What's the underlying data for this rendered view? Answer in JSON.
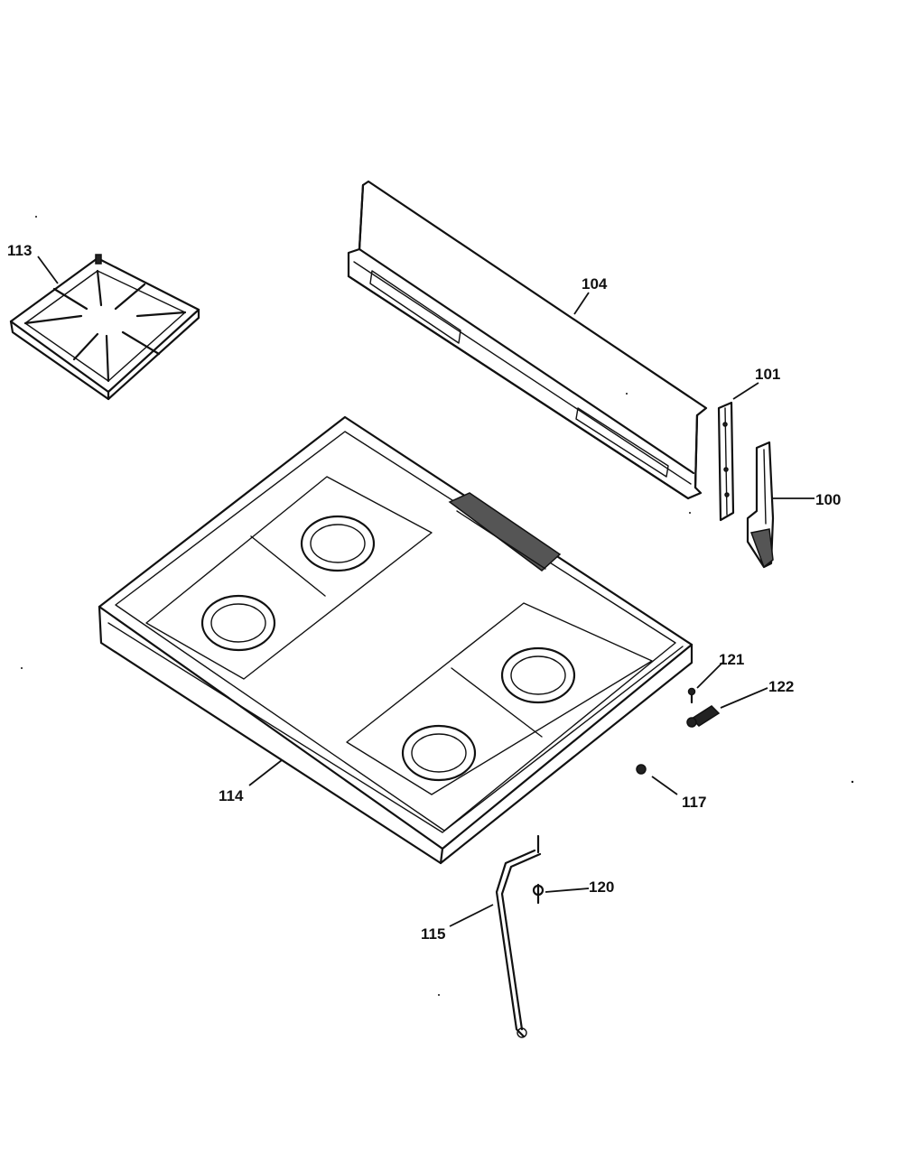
{
  "parts": [
    {
      "id": "p113",
      "label": "113",
      "description_name": "burner-grate"
    },
    {
      "id": "p104",
      "label": "104",
      "description_name": "backguard"
    },
    {
      "id": "p101",
      "label": "101",
      "description_name": "end-cap-bracket"
    },
    {
      "id": "p100",
      "label": "100",
      "description_name": "end-cap"
    },
    {
      "id": "p114",
      "label": "114",
      "description_name": "cooktop"
    },
    {
      "id": "p121",
      "label": "121",
      "description_name": "screw"
    },
    {
      "id": "p122",
      "label": "122",
      "description_name": "hinge-pin"
    },
    {
      "id": "p117",
      "label": "117",
      "description_name": "bumper"
    },
    {
      "id": "p120",
      "label": "120",
      "description_name": "screw"
    },
    {
      "id": "p115",
      "label": "115",
      "description_name": "support-rod"
    }
  ]
}
